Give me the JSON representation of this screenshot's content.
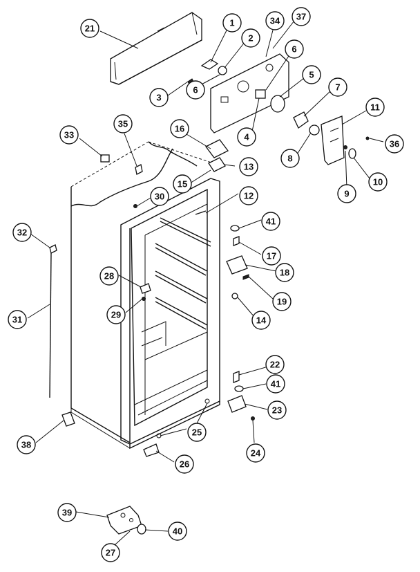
{
  "callouts": [
    {
      "id": "1",
      "label": "1"
    },
    {
      "id": "2",
      "label": "2"
    },
    {
      "id": "3",
      "label": "3"
    },
    {
      "id": "4",
      "label": "4"
    },
    {
      "id": "5",
      "label": "5"
    },
    {
      "id": "6a",
      "label": "6"
    },
    {
      "id": "6b",
      "label": "6"
    },
    {
      "id": "7",
      "label": "7"
    },
    {
      "id": "8",
      "label": "8"
    },
    {
      "id": "9",
      "label": "9"
    },
    {
      "id": "10",
      "label": "10"
    },
    {
      "id": "11",
      "label": "11"
    },
    {
      "id": "12",
      "label": "12"
    },
    {
      "id": "13",
      "label": "13"
    },
    {
      "id": "14",
      "label": "14"
    },
    {
      "id": "15",
      "label": "15"
    },
    {
      "id": "16",
      "label": "16"
    },
    {
      "id": "17",
      "label": "17"
    },
    {
      "id": "18",
      "label": "18"
    },
    {
      "id": "19",
      "label": "19"
    },
    {
      "id": "21",
      "label": "21"
    },
    {
      "id": "22",
      "label": "22"
    },
    {
      "id": "23",
      "label": "23"
    },
    {
      "id": "24",
      "label": "24"
    },
    {
      "id": "25",
      "label": "25"
    },
    {
      "id": "26",
      "label": "26"
    },
    {
      "id": "27",
      "label": "27"
    },
    {
      "id": "28",
      "label": "28"
    },
    {
      "id": "29",
      "label": "29"
    },
    {
      "id": "30",
      "label": "30"
    },
    {
      "id": "31",
      "label": "31"
    },
    {
      "id": "32",
      "label": "32"
    },
    {
      "id": "33",
      "label": "33"
    },
    {
      "id": "34",
      "label": "34"
    },
    {
      "id": "35",
      "label": "35"
    },
    {
      "id": "36",
      "label": "36"
    },
    {
      "id": "37",
      "label": "37"
    },
    {
      "id": "38",
      "label": "38"
    },
    {
      "id": "39",
      "label": "39"
    },
    {
      "id": "40",
      "label": "40"
    },
    {
      "id": "41a",
      "label": "41"
    },
    {
      "id": "41b",
      "label": "41"
    }
  ]
}
